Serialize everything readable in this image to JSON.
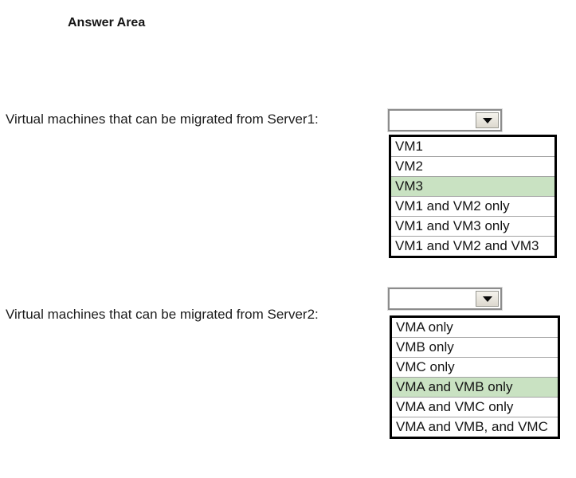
{
  "title": "Answer Area",
  "colors": {
    "highlight": "#c9e2c2"
  },
  "questions": [
    {
      "label": "Virtual machines that can be migrated from Server1:",
      "value": "",
      "options": [
        {
          "label": "VM1",
          "highlighted": false
        },
        {
          "label": "VM2",
          "highlighted": false
        },
        {
          "label": "VM3",
          "highlighted": true
        },
        {
          "label": "VM1 and VM2 only",
          "highlighted": false
        },
        {
          "label": "VM1 and VM3 only",
          "highlighted": false
        },
        {
          "label": "VM1 and VM2 and VM3",
          "highlighted": false
        }
      ]
    },
    {
      "label": "Virtual machines that can be migrated from Server2:",
      "value": "",
      "options": [
        {
          "label": "VMA only",
          "highlighted": false
        },
        {
          "label": "VMB only",
          "highlighted": false
        },
        {
          "label": "VMC only",
          "highlighted": false
        },
        {
          "label": "VMA and VMB only",
          "highlighted": true
        },
        {
          "label": "VMA and VMC only",
          "highlighted": false
        },
        {
          "label": "VMA and VMB, and VMC",
          "highlighted": false
        }
      ]
    }
  ]
}
